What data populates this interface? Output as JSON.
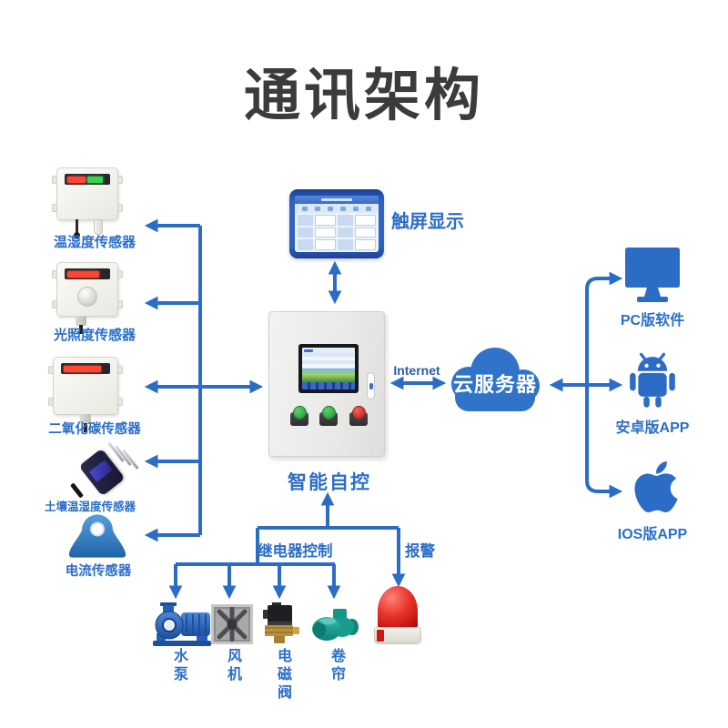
{
  "title": "通讯架构",
  "sensors": [
    {
      "label": "温湿度传感器"
    },
    {
      "label": "光照度传感器"
    },
    {
      "label": "二氧化碳传感器"
    },
    {
      "label": "土壤温湿度传感器"
    },
    {
      "label": "电流传感器"
    }
  ],
  "touchscreen": {
    "label": "触屏显示"
  },
  "cabinet": {
    "label": "智能自控"
  },
  "network": {
    "internet_label": "Internet",
    "cloud_label": "云服务器"
  },
  "clients": [
    {
      "label": "PC版软件",
      "icon": "desktop-monitor-icon"
    },
    {
      "label": "安卓版APP",
      "icon": "android-icon"
    },
    {
      "label": "IOS版APP",
      "icon": "apple-icon"
    }
  ],
  "control": {
    "relay_label": "继电器控制",
    "alarm_label": "报警"
  },
  "actuators": [
    {
      "label": "水泵"
    },
    {
      "label": "风机"
    },
    {
      "label": "电磁阀"
    },
    {
      "label": "卷帘"
    }
  ],
  "colors": {
    "accent_blue": "#2b6dc6",
    "label_blue": "#2b6ec9",
    "cloud_blue": "#2f74c8",
    "title_gray": "#3b3b3d",
    "alarm_red": "#c81a12"
  }
}
